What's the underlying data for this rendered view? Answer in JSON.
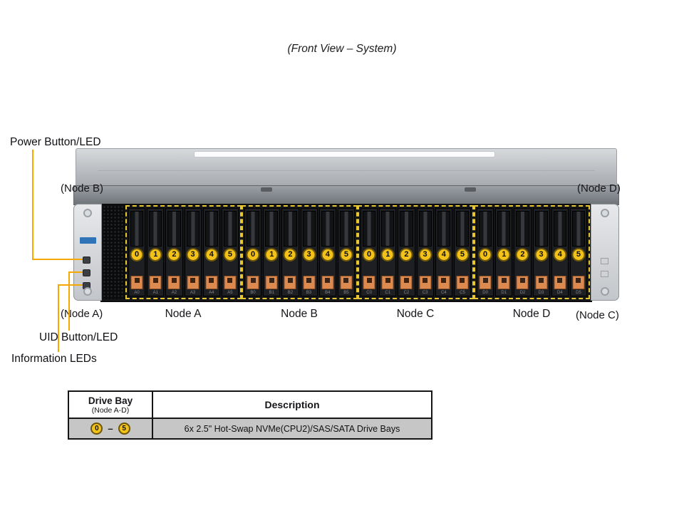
{
  "title": "(Front View – System)",
  "callouts": {
    "power": "Power Button/LED",
    "uid": "UID Button/LED",
    "info": "Information LEDs"
  },
  "corner_labels": {
    "top_left": "(Node B)",
    "top_right": "(Node D)",
    "bottom_left": "(Node A)",
    "bottom_right": "(Node C)"
  },
  "nodes": [
    {
      "name": "Node A",
      "prefix": "A",
      "drives": [
        "0",
        "1",
        "2",
        "3",
        "4",
        "5"
      ]
    },
    {
      "name": "Node B",
      "prefix": "B",
      "drives": [
        "0",
        "1",
        "2",
        "3",
        "4",
        "5"
      ]
    },
    {
      "name": "Node C",
      "prefix": "C",
      "drives": [
        "0",
        "1",
        "2",
        "3",
        "4",
        "5"
      ]
    },
    {
      "name": "Node D",
      "prefix": "D",
      "drives": [
        "0",
        "1",
        "2",
        "3",
        "4",
        "5"
      ]
    }
  ],
  "table": {
    "header": {
      "col1_line1": "Drive Bay",
      "col1_line2": "(Node A-D)",
      "col2": "Description"
    },
    "row": {
      "start": "0",
      "dash": "–",
      "end": "5",
      "description": "6x 2.5\" Hot-Swap NVMe(CPU2)/SAS/SATA Drive Bays"
    }
  },
  "colors": {
    "callout_line": "#F5A800",
    "badge": "#F2C21B",
    "latch": "#DD8A50",
    "dashed_group": "#E8C832"
  }
}
